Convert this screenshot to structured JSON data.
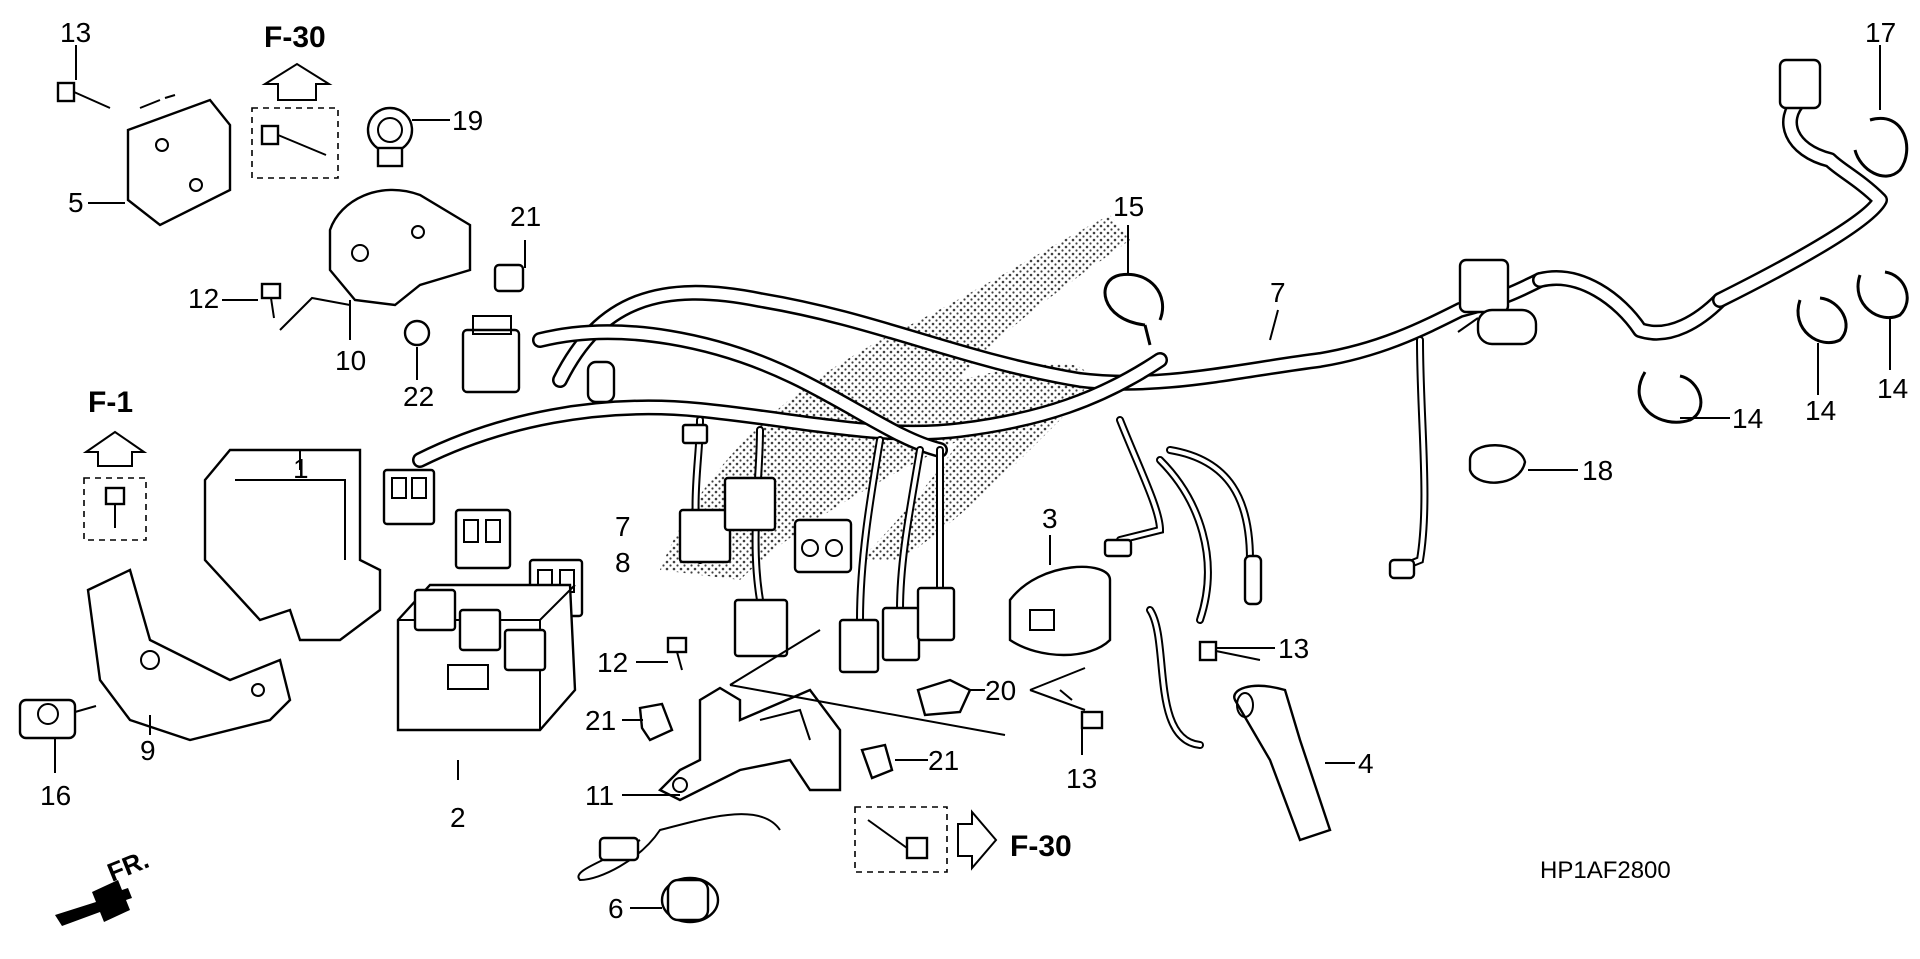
{
  "callouts": [
    {
      "id": "c13a",
      "label": "13"
    },
    {
      "id": "c5",
      "label": "5"
    },
    {
      "id": "c19",
      "label": "19"
    },
    {
      "id": "c21a",
      "label": "21"
    },
    {
      "id": "c12a",
      "label": "12"
    },
    {
      "id": "c10",
      "label": "10"
    },
    {
      "id": "c22",
      "label": "22"
    },
    {
      "id": "c15",
      "label": "15"
    },
    {
      "id": "c7a",
      "label": "7"
    },
    {
      "id": "c17",
      "label": "17"
    },
    {
      "id": "c14a",
      "label": "14"
    },
    {
      "id": "c14b",
      "label": "14"
    },
    {
      "id": "c14c",
      "label": "14"
    },
    {
      "id": "c18",
      "label": "18"
    },
    {
      "id": "c1",
      "label": "1"
    },
    {
      "id": "c7b",
      "label": "7"
    },
    {
      "id": "c8",
      "label": "8"
    },
    {
      "id": "c3",
      "label": "3"
    },
    {
      "id": "c13b",
      "label": "13"
    },
    {
      "id": "c12b",
      "label": "12"
    },
    {
      "id": "c20",
      "label": "20"
    },
    {
      "id": "c21b",
      "label": "21"
    },
    {
      "id": "c21c",
      "label": "21"
    },
    {
      "id": "c13c",
      "label": "13"
    },
    {
      "id": "c4",
      "label": "4"
    },
    {
      "id": "c9",
      "label": "9"
    },
    {
      "id": "c16",
      "label": "16"
    },
    {
      "id": "c2",
      "label": "2"
    },
    {
      "id": "c11",
      "label": "11"
    },
    {
      "id": "c6",
      "label": "6"
    }
  ],
  "references": [
    {
      "id": "ref-top",
      "label": "F-30"
    },
    {
      "id": "ref-left",
      "label": "F-1"
    },
    {
      "id": "ref-bottom",
      "label": "F-30"
    }
  ],
  "diagram_code": "HP1AF2800",
  "front_label": "FR."
}
